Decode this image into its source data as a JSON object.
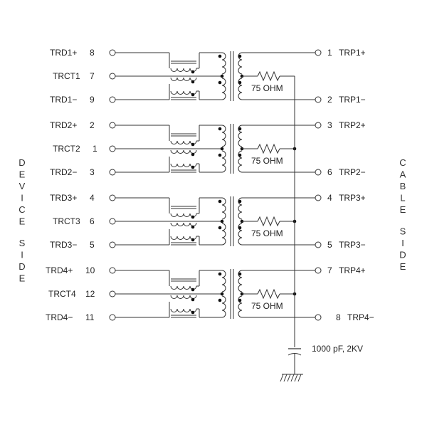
{
  "diagram": {
    "type": "magnetics-schematic",
    "left_side_label": "DEVICE SIDE",
    "right_side_label": "CABLE SIDE",
    "channels": [
      {
        "device": [
          {
            "name": "TRD1+",
            "pin": "8"
          },
          {
            "name": "TRCT1",
            "pin": "7"
          },
          {
            "name": "TRD1−",
            "pin": "9"
          }
        ],
        "cable": [
          {
            "pin": "1",
            "name": "TRP1+"
          },
          {
            "pin": "2",
            "name": "TRP1−"
          }
        ],
        "resistor": "75 OHM"
      },
      {
        "device": [
          {
            "name": "TRD2+",
            "pin": "2"
          },
          {
            "name": "TRCT2",
            "pin": "1"
          },
          {
            "name": "TRD2−",
            "pin": "3"
          }
        ],
        "cable": [
          {
            "pin": "3",
            "name": "TRP2+"
          },
          {
            "pin": "6",
            "name": "TRP2−"
          }
        ],
        "resistor": "75 OHM"
      },
      {
        "device": [
          {
            "name": "TRD3+",
            "pin": "4"
          },
          {
            "name": "TRCT3",
            "pin": "6"
          },
          {
            "name": "TRD3−",
            "pin": "5"
          }
        ],
        "cable": [
          {
            "pin": "4",
            "name": "TRP3+"
          },
          {
            "pin": "5",
            "name": "TRP3−"
          }
        ],
        "resistor": "75 OHM"
      },
      {
        "device": [
          {
            "name": "TRD4+",
            "pin": "10"
          },
          {
            "name": "TRCT4",
            "pin": "12"
          },
          {
            "name": "TRD4−",
            "pin": "11"
          }
        ],
        "cable": [
          {
            "pin": "7",
            "name": "TRP4+"
          },
          {
            "pin": "8",
            "name": "TRP4−"
          }
        ],
        "resistor": "75 OHM"
      }
    ],
    "capacitor": "1000 pF, 2KV",
    "ground": "chassis-ground"
  }
}
